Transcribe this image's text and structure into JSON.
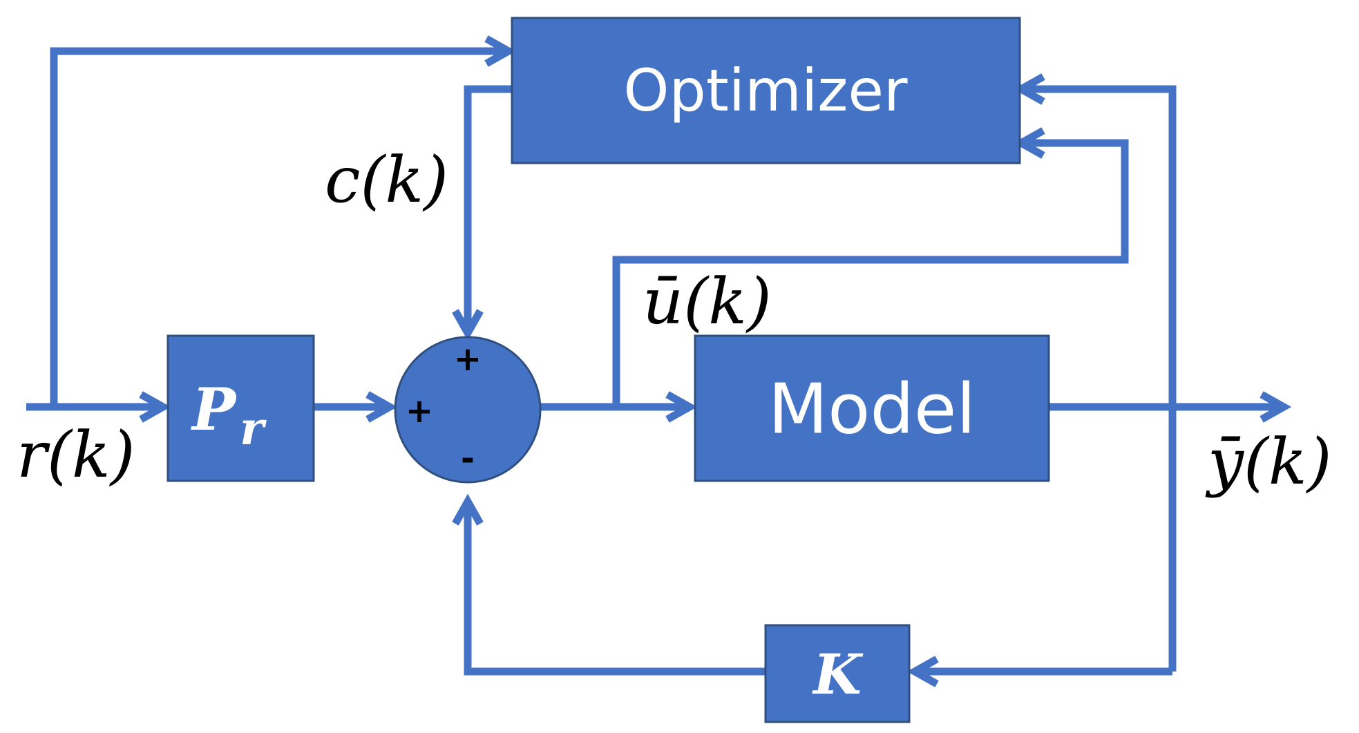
{
  "colors": {
    "accent": "#4472c4",
    "block_border": "#2f4f7f",
    "label": "#000000",
    "block_text": "#ffffff"
  },
  "blocks": {
    "optimizer": {
      "label": "Optimizer"
    },
    "model": {
      "label": "Model"
    },
    "prefilter": {
      "symbol": "P",
      "subscript": "r"
    },
    "gain": {
      "symbol": "K"
    }
  },
  "summing_junction": {
    "signs": {
      "top": "+",
      "left": "+",
      "bottom": "-"
    }
  },
  "signals": {
    "reference": "r(k)",
    "correction": "c(k)",
    "control": "ū(k)",
    "output": "ȳ(k)"
  }
}
